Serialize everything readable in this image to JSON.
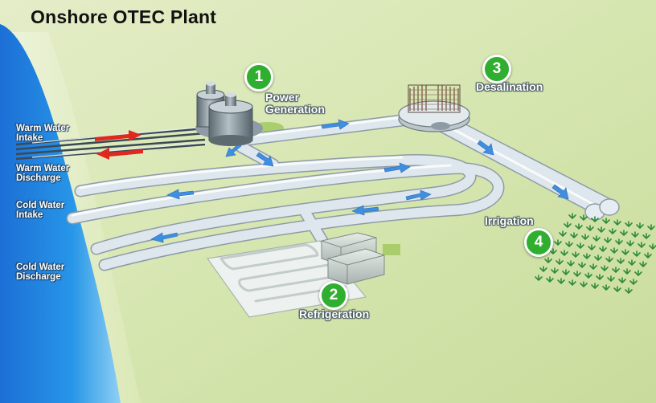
{
  "title": "Onshore OTEC Plant",
  "intake_labels": {
    "warm_intake": [
      "Warm Water",
      "Intake"
    ],
    "warm_discharge": [
      "Warm Water",
      "Discharge"
    ],
    "cold_intake": [
      "Cold Water",
      "Intake"
    ],
    "cold_discharge": [
      "Cold Water",
      "Discharge"
    ]
  },
  "stages": {
    "power": {
      "number": "1",
      "label": [
        "Power",
        "Generation"
      ]
    },
    "refrigeration": {
      "number": "2",
      "label": "Refrigeration"
    },
    "desalination": {
      "number": "3",
      "label": "Desalination"
    },
    "irrigation": {
      "number": "4",
      "label": "Irrigation"
    }
  },
  "colors": {
    "ground": "#d9e6b4",
    "sea": "#1f8fe0",
    "pipe": "#dce6ee",
    "flow_arrow": "#3f8fe0",
    "warm_arrow": "#e0281c",
    "badge": "#2fae2f"
  }
}
